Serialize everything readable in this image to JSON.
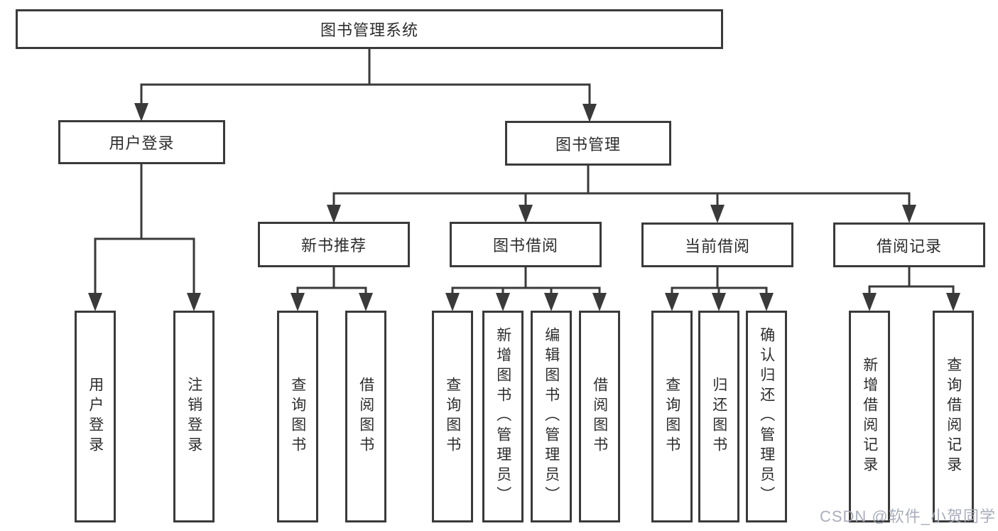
{
  "watermark": "CSDN @软件_小贺同学",
  "colors": {
    "line": "#3a3a3a",
    "text": "#2d2d2d",
    "background": "#ffffff",
    "watermark": "#a4aab8"
  },
  "tree": {
    "root": {
      "label": "图书管理系统",
      "children": [
        {
          "label": "用户登录",
          "children": [
            {
              "label": "用户登录"
            },
            {
              "label": "注销登录"
            }
          ]
        },
        {
          "label": "图书管理",
          "children": [
            {
              "label": "新书推荐",
              "children": [
                {
                  "label": "查询图书"
                },
                {
                  "label": "借阅图书"
                }
              ]
            },
            {
              "label": "图书借阅",
              "children": [
                {
                  "label": "查询图书"
                },
                {
                  "label": "新增图书（管理员）"
                },
                {
                  "label": "编辑图书（管理员）"
                },
                {
                  "label": "借阅图书"
                }
              ]
            },
            {
              "label": "当前借阅",
              "children": [
                {
                  "label": "查询图书"
                },
                {
                  "label": "归还图书"
                },
                {
                  "label": "确认归还（管理员）"
                }
              ]
            },
            {
              "label": "借阅记录",
              "children": [
                {
                  "label": "新增借阅记录"
                },
                {
                  "label": "查询借阅记录"
                }
              ]
            }
          ]
        }
      ]
    }
  }
}
